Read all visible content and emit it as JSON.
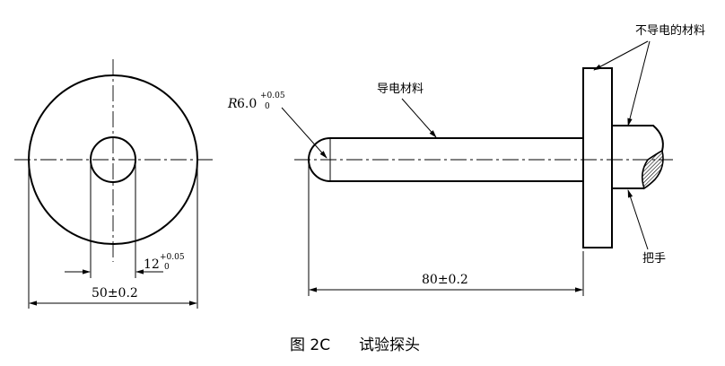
{
  "figure": {
    "caption_number": "图 2C",
    "caption_title": "试验探头"
  },
  "left_view": {
    "outer_diameter_label": "50±0.2",
    "inner_diameter_base": "12",
    "inner_diameter_tol_upper": "+0.05",
    "inner_diameter_tol_lower": "0"
  },
  "side_view": {
    "radius_label_prefix": "R",
    "radius_label_value": "6.0",
    "radius_tol_upper": "+0.05",
    "radius_tol_lower": "0",
    "length_label": "80±0.2",
    "conductive_material_label": "导电材料",
    "nonconductive_material_label": "不导电的材料",
    "handle_label": "把手"
  }
}
